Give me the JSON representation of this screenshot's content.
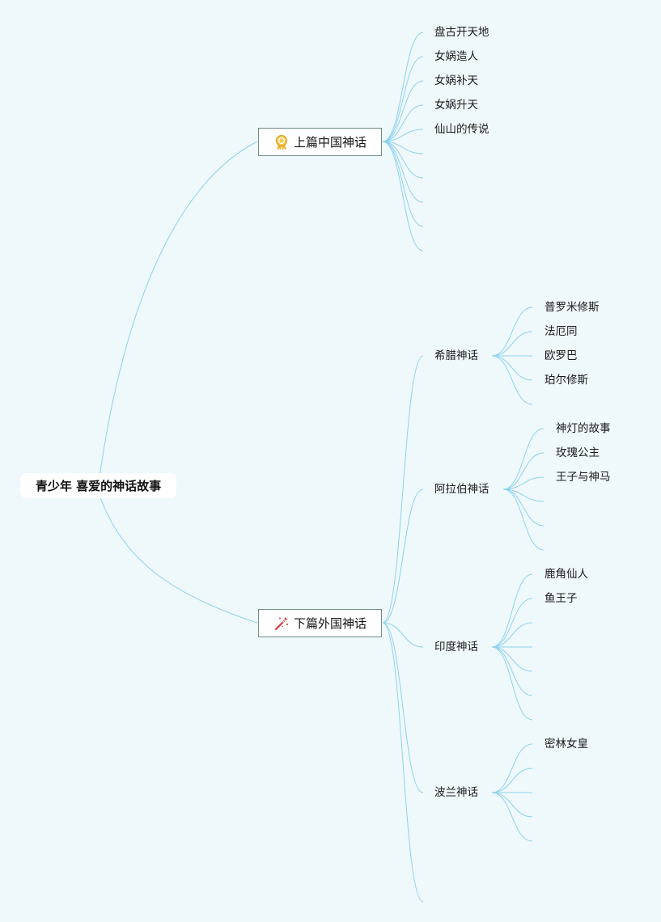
{
  "root": {
    "label": "青少年 喜爱的神话故事"
  },
  "branches": [
    {
      "label": "上篇中国神话",
      "icon": "award-ribbon-icon",
      "children": [
        "盘古开天地",
        "女娲造人",
        "女娲补天",
        "女娲升天",
        "仙山的传说",
        "",
        "",
        "",
        "",
        ""
      ]
    },
    {
      "label": "下篇外国神话",
      "icon": "magic-wand-icon",
      "children": [
        {
          "label": "希腊神话",
          "children": [
            "普罗米修斯",
            "法厄同",
            "欧罗巴",
            "珀尔修斯",
            ""
          ]
        },
        {
          "label": "阿拉伯神话",
          "children": [
            "神灯的故事",
            "玫瑰公主",
            "王子与神马",
            "",
            "",
            ""
          ]
        },
        {
          "label": "印度神话",
          "children": [
            "鹿角仙人",
            "鱼王子",
            "",
            "",
            "",
            "",
            ""
          ]
        },
        {
          "label": "波兰神话",
          "children": [
            "密林女皇",
            "",
            "",
            "",
            ""
          ]
        },
        {
          "label": "",
          "children": []
        }
      ]
    }
  ],
  "colors": {
    "background": "#eff8fb",
    "link": "#8fd3ee",
    "node_border": "#6f8f86"
  }
}
